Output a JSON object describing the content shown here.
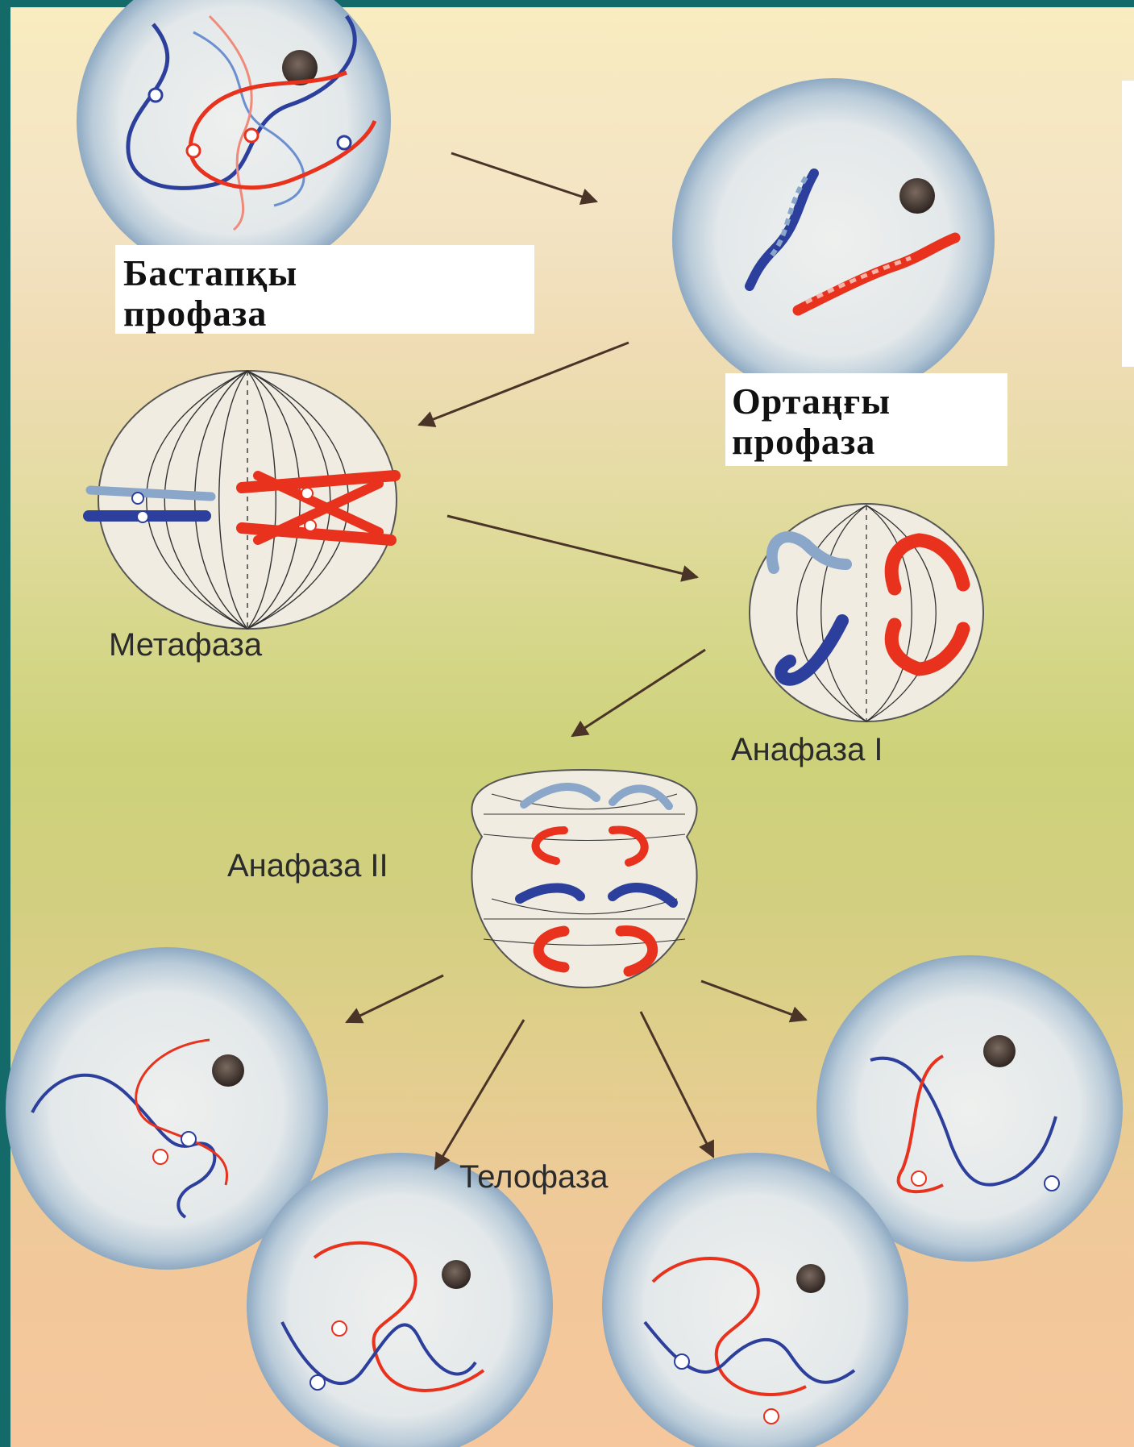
{
  "labels": {
    "prophase_early_line1": "Бастапқы",
    "prophase_early_line2": "профаза",
    "prophase_mid_line1": "Ортаңғы",
    "prophase_mid_line2": "профаза",
    "metaphase": "Метафаза",
    "anaphase_1": "Анафаза I",
    "anaphase_2": "Анафаза II",
    "telophase": "Телофаза"
  },
  "colors": {
    "frame": "#136a69",
    "cell_fill": "#e9ecec",
    "cell_edge": "#9fb7c9",
    "chromosome_red": "#e8321e",
    "chromosome_blue": "#2c3f9c",
    "chromosome_lightblue": "#8aa6c9",
    "nucleolus": "#4a3a33",
    "arrow": "#4a3428"
  }
}
